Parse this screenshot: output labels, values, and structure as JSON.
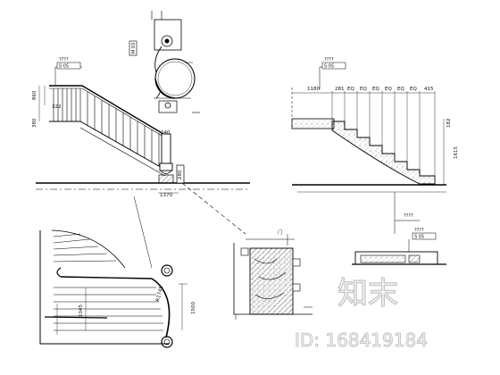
{
  "drawing": {
    "elevation_left": {
      "callout_q": "????",
      "callout_ref": "S 05",
      "dim_860": "860",
      "dim_380": "380",
      "dim_322": "322",
      "dim_240": "240",
      "dim_1370": "1370",
      "dim_280": "280"
    },
    "plan_detail": {
      "tag": "M 03"
    },
    "elevation_right": {
      "callout_q": "????",
      "callout_ref": "S 05",
      "dims": [
        "1180",
        "281",
        "EQ",
        "EQ",
        "EQ",
        "EQ",
        "EQ",
        "EQ",
        "415"
      ],
      "dim_182": "182",
      "dim_1615": "1615"
    },
    "plan_bottom": {
      "dim_1045": "1045",
      "dim_1500": "1500",
      "dim_arc": "R1745"
    },
    "section_detail": {
      "label": "门"
    },
    "small_section": {
      "callout_q1": "????",
      "callout_q2": "????",
      "callout_ref": "S 05"
    }
  },
  "watermark": {
    "brand": "知末",
    "id_text": "ID: 168419184"
  }
}
